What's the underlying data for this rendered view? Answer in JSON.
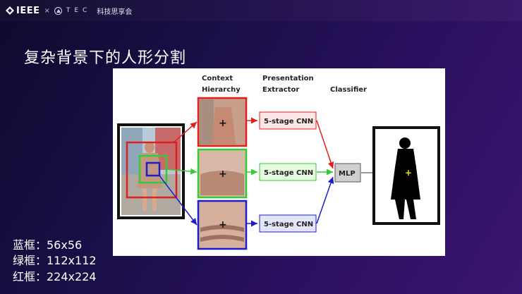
{
  "header": {
    "brand": "IEEE",
    "separator": "×",
    "partner": "TEC",
    "subtitle": "科技思享会"
  },
  "slide": {
    "title": "复杂背景下的人形分割"
  },
  "figure": {
    "headers": {
      "context_line1": "Context",
      "context_line2": "Hierarchy",
      "presentation_line1": "Presentation",
      "presentation_line2": "Extractor",
      "classifier": "Classifier"
    },
    "cnn_labels": [
      "5-stage CNN",
      "5-stage CNN",
      "5-stage CNN"
    ],
    "mlp_label": "MLP",
    "colors": {
      "red": "#e02020",
      "green": "#33cc33",
      "blue": "#1c1ccc",
      "red_fill": "#fde6e6",
      "green_fill": "#e6fbe0",
      "blue_fill": "#e3e6fb",
      "mlp_fill": "#cfcfcf"
    }
  },
  "captions": {
    "blue": "蓝框：56x56",
    "green": "绿框：112x112",
    "red": "红框：224x224"
  }
}
